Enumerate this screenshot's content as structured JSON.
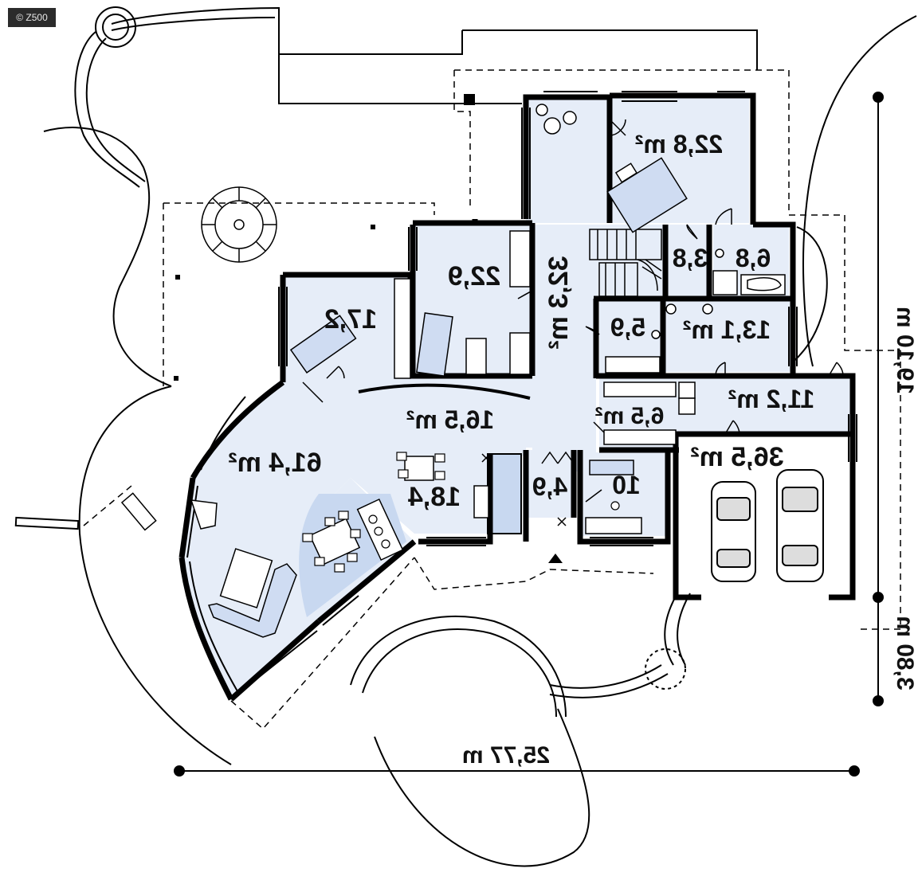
{
  "watermark": "© Z500",
  "rooms": {
    "bedroom_master": "22,8 m²",
    "bathroom_main": "6,8",
    "wc_small": "3,8",
    "bedroom_2": "22,9",
    "corridor": "32,3 m²",
    "bedroom_3": "17,2",
    "bathroom_2": "5,9",
    "utility": "13,1 m²",
    "boiler_room": "11,2 m²",
    "hall": "16,5 m²",
    "wardrobe": "6,5 m²",
    "living_room": "61,4 m²",
    "kitchen": "18,4",
    "vestibule": "4,9",
    "office": "10",
    "garage": "36,5 m²"
  },
  "dimensions": {
    "width": "25,77 m",
    "depth_main": "19,10 m",
    "depth_terrace": "3,80 m"
  },
  "colors": {
    "room_fill": "#e6edf8",
    "furniture_fill": "#cfdcf2",
    "wall": "#000000",
    "accent_area": "#c8d8f0"
  }
}
